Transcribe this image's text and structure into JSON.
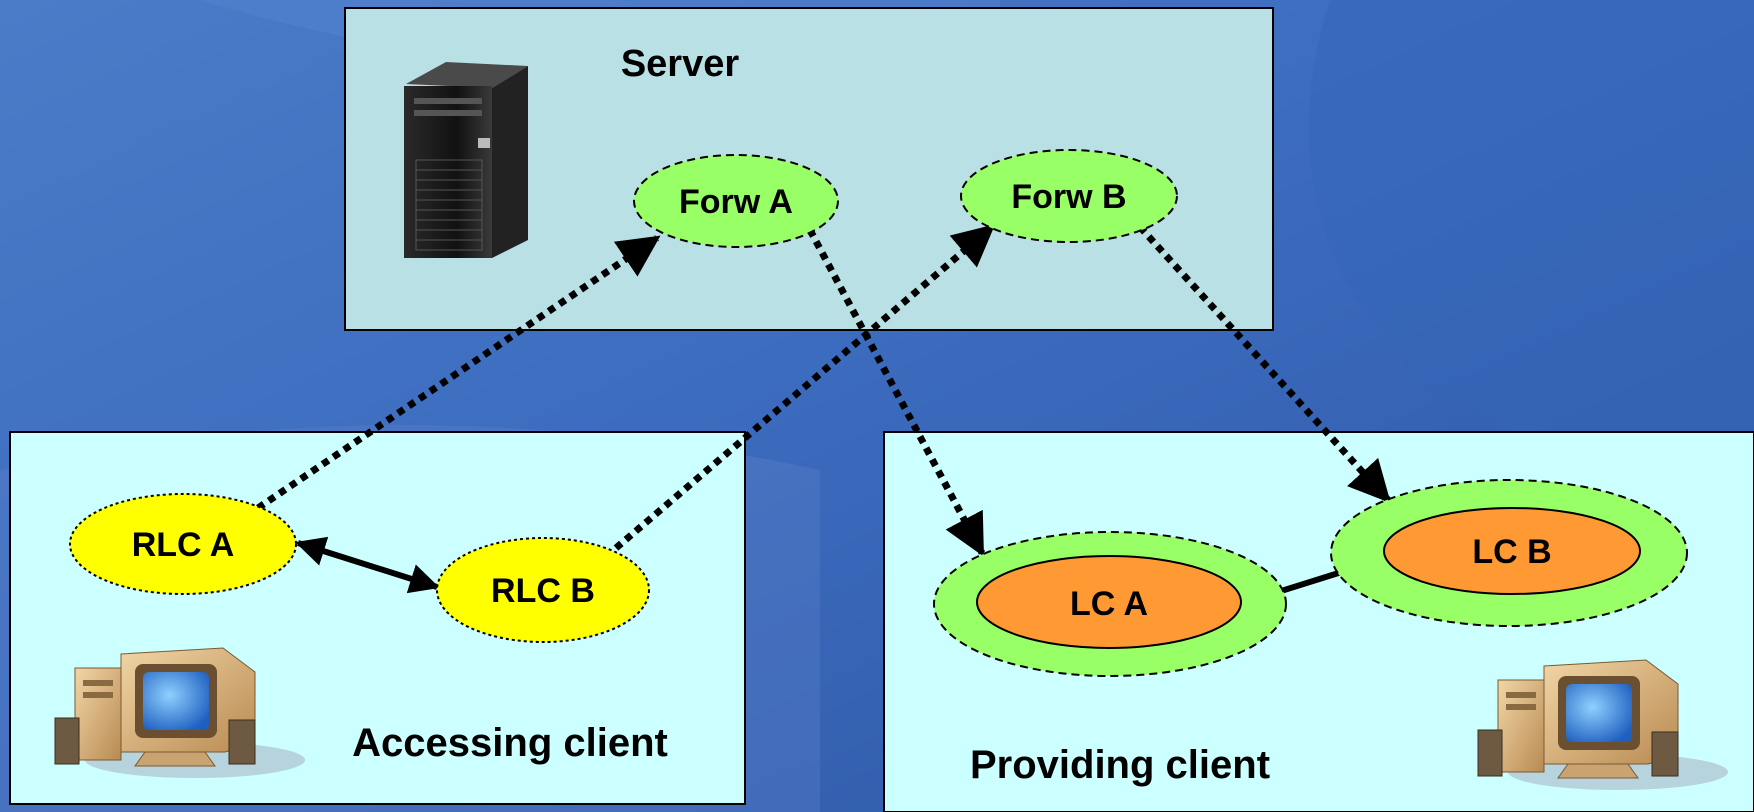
{
  "server": {
    "title": "Server",
    "nodes": {
      "forw_a": "Forw A",
      "forw_b": "Forw B"
    }
  },
  "accessing_client": {
    "title": "Accessing client",
    "nodes": {
      "rlc_a": "RLC A",
      "rlc_b": "RLC B"
    }
  },
  "providing_client": {
    "title": "Providing client",
    "nodes": {
      "lc_a": "LC A",
      "lc_b": "LC B"
    }
  },
  "colors": {
    "server_box": "#b9e0e4",
    "client_box": "#ccffff",
    "forwarder": "#99ff66",
    "remote_connector": "#ffff00",
    "local_connector": "#ff9933"
  },
  "icons": {
    "server": "tower-server-icon",
    "accessing_client": "desktop-computer-icon",
    "providing_client": "desktop-computer-icon"
  }
}
